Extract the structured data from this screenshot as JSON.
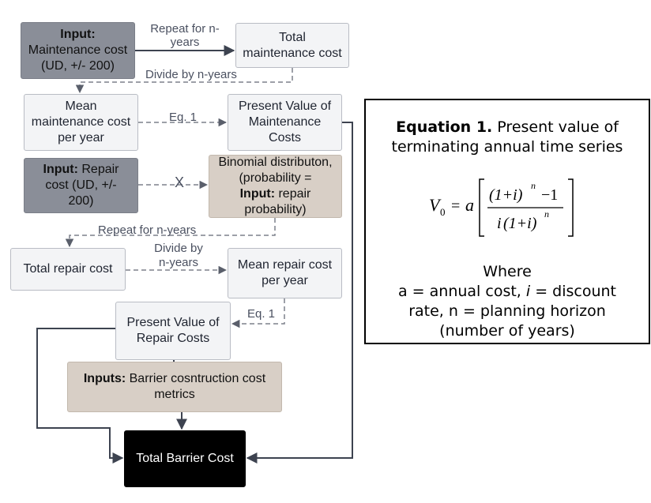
{
  "boxes": {
    "input_maintenance": {
      "bold": "Input:",
      "lines": [
        "Maintenance cost",
        "(UD, +/- 200)"
      ]
    },
    "total_maintenance": {
      "lines": [
        "Total",
        "maintenance cost"
      ]
    },
    "mean_maintenance": {
      "lines": [
        "Mean",
        "maintenance cost",
        "per year"
      ]
    },
    "pv_maintenance": {
      "lines": [
        "Present Value of",
        "Maintenance",
        "Costs"
      ]
    },
    "input_repair": {
      "bold": "Input:",
      "first_rest": " Repair",
      "lines": [
        "cost (UD, +/-",
        "200)"
      ]
    },
    "binomial": {
      "lines_before": [
        "Binomial distributon,",
        "(probability ="
      ],
      "bold": "Input:",
      "bold_rest": " repair",
      "lines_after": [
        "probability)"
      ]
    },
    "total_repair": {
      "lines": [
        "Total repair cost"
      ]
    },
    "mean_repair": {
      "lines": [
        "Mean repair cost",
        "per year"
      ]
    },
    "pv_repair": {
      "lines": [
        "Present Value of",
        "Repair Costs"
      ]
    },
    "inputs_barrier": {
      "bold": "Inputs:",
      "first_rest": " Barrier cosntruction cost",
      "lines": [
        "metrics"
      ]
    },
    "total_barrier": {
      "lines": [
        "Total Barrier Cost"
      ]
    }
  },
  "labels": {
    "repeat_n_years_1": [
      "Repeat for n-",
      "years"
    ],
    "divide_n_years_1": "Divide by n-years",
    "eq1_a": "Eq. 1",
    "x_mark": "X",
    "repeat_n_years_2": "Repeat for n-years",
    "divide_n_years_2": [
      "Divide by",
      "n-years"
    ],
    "eq1_b": "Eq. 1"
  },
  "equation_panel": {
    "title_bold": "Equation 1.",
    "title_rest": " Present value of",
    "title_line2": "terminating annual time series",
    "formula": {
      "lhs": "V",
      "lhs_sub": "0",
      "equals": "=",
      "coef": "a",
      "num_a": "(1+i)",
      "num_exp": "n",
      "num_b": "−1",
      "den_a": "i",
      "den_b": "(1+i)",
      "den_exp": "n"
    },
    "where": "Where",
    "where_line1_a": "a = annual cost, ",
    "where_line1_i": "i",
    "where_line1_b": " = discount",
    "where_line2": "rate, n = planning horizon",
    "where_line3": "(number of years)"
  },
  "colors": {
    "arrow": "#3d4350",
    "dashed_arrow": "#7d818b",
    "dark_box": "#8a8e98",
    "light_box": "#f3f4f6",
    "tan_box": "#d8cfc6",
    "result_box": "#000000"
  }
}
